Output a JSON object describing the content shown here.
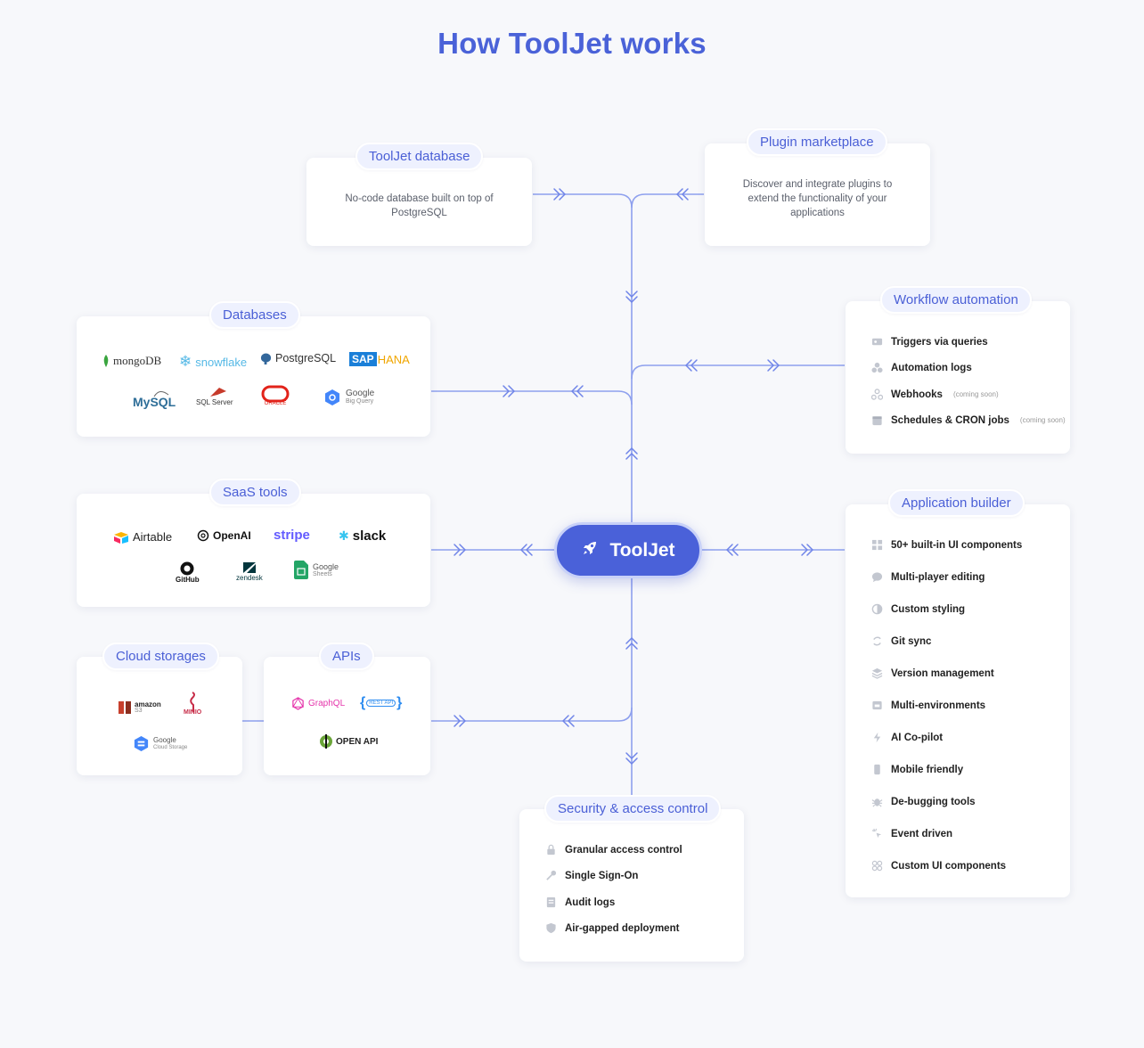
{
  "title": "How ToolJet works",
  "hub": {
    "label": "ToolJet",
    "icon": "rocket-icon"
  },
  "tooljet_database": {
    "label": "ToolJet database",
    "description": "No-code database built on top of PostgreSQL"
  },
  "plugin_marketplace": {
    "label": "Plugin marketplace",
    "description": "Discover and integrate plugins to extend the functionality of your applications"
  },
  "databases": {
    "label": "Databases",
    "logos": [
      "mongoDB",
      "snowflake",
      "PostgreSQL",
      "SAP",
      "HANA",
      "MySQL",
      "SQL Server",
      "ORACLE",
      "Google",
      "Big Query"
    ]
  },
  "saas_tools": {
    "label": "SaaS tools",
    "logos": [
      "Airtable",
      "OpenAI",
      "stripe",
      "slack",
      "GitHub",
      "zendesk",
      "Google",
      "Sheets"
    ]
  },
  "cloud_storages": {
    "label": "Cloud storages",
    "logos": [
      "amazon",
      "S3",
      "MINIO",
      "Google",
      "Cloud Storage"
    ]
  },
  "apis": {
    "label": "APIs",
    "logos": [
      "GraphQL",
      "REST API",
      "OPEN API"
    ]
  },
  "workflow_automation": {
    "label": "Workflow automation",
    "items": [
      {
        "label": "Triggers via queries",
        "icon": "trigger-icon",
        "note": ""
      },
      {
        "label": "Automation logs",
        "icon": "logs-icon",
        "note": ""
      },
      {
        "label": "Webhooks",
        "icon": "webhook-icon",
        "note": "(coming soon)"
      },
      {
        "label": "Schedules & CRON jobs",
        "icon": "calendar-icon",
        "note": "(coming soon)"
      }
    ]
  },
  "application_builder": {
    "label": "Application builder",
    "items": [
      {
        "label": "50+ built-in UI components",
        "icon": "components-icon"
      },
      {
        "label": "Multi-player editing",
        "icon": "chat-icon"
      },
      {
        "label": "Custom styling",
        "icon": "contrast-icon"
      },
      {
        "label": "Git sync",
        "icon": "sync-icon"
      },
      {
        "label": "Version management",
        "icon": "layers-icon"
      },
      {
        "label": "Multi-environments",
        "icon": "environment-icon"
      },
      {
        "label": "AI Co-pilot",
        "icon": "lightning-icon"
      },
      {
        "label": "Mobile friendly",
        "icon": "mobile-icon"
      },
      {
        "label": "De-bugging tools",
        "icon": "bug-icon"
      },
      {
        "label": "Event driven",
        "icon": "cursor-click-icon"
      },
      {
        "label": "Custom UI components",
        "icon": "custom-components-icon"
      }
    ]
  },
  "security": {
    "label": "Security & access control",
    "items": [
      {
        "label": "Granular access control",
        "icon": "lock-icon"
      },
      {
        "label": "Single Sign-On",
        "icon": "key-icon"
      },
      {
        "label": "Audit logs",
        "icon": "audit-icon"
      },
      {
        "label": "Air-gapped deployment",
        "icon": "shield-icon"
      }
    ]
  },
  "colors": {
    "accent": "#4a61d9",
    "line": "#8ea0ee",
    "pill_bg": "#eef1fe",
    "background": "#f7f8fb"
  }
}
